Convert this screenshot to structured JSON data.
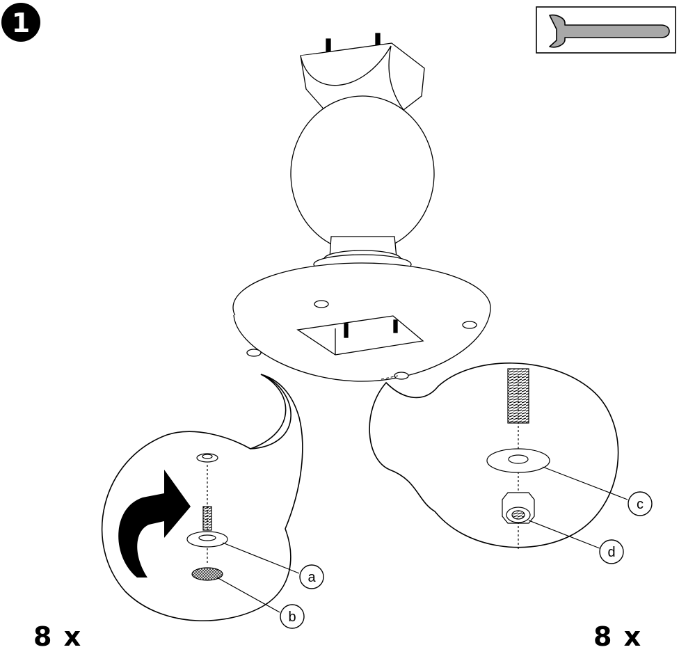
{
  "step": {
    "number": "1"
  },
  "tool": {
    "icon": "wrench-icon"
  },
  "callouts": {
    "a": "a",
    "b": "b",
    "c": "c",
    "d": "d"
  },
  "quantities": {
    "left": "8 x",
    "right": "8 x"
  },
  "colors": {
    "line": "#000000",
    "tool_fill": "#a8a8a8",
    "mesh": "#6a6a6a"
  }
}
